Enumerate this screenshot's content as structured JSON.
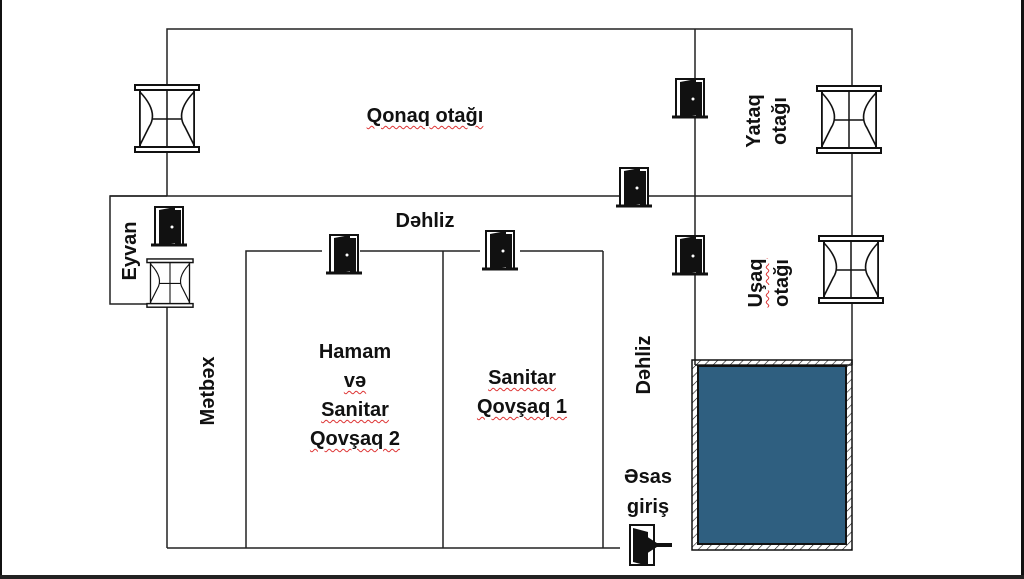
{
  "labels": {
    "living_room": "Qonaq otağı",
    "bedroom_line1": "Yataq",
    "bedroom_line2": "otağı",
    "hall_top": "Dəhliz",
    "porch": "Eyvan",
    "kids_line1": "Uşaq",
    "kids_line2": "otağı",
    "bath_line1": "Hamam",
    "bath_line2": "və",
    "bath_line3": "Sanitar",
    "bath_line4": "Qovşaq 2",
    "wc_line1": "Sanitar",
    "wc_line2": "Qovşaq 1",
    "kitchen": "Mətbəx",
    "hall_side": "Dəhliz",
    "entrance_line1": "Əsas",
    "entrance_line2": "giriş"
  },
  "colors": {
    "wall": "#222222",
    "pool_fill": "#2f5f80",
    "pool_border": "#111111",
    "spellcheck": "#dd3333"
  },
  "icons": {
    "window": "window-curtains-icon",
    "door": "door-icon",
    "entrance": "entrance-arrow-icon"
  }
}
